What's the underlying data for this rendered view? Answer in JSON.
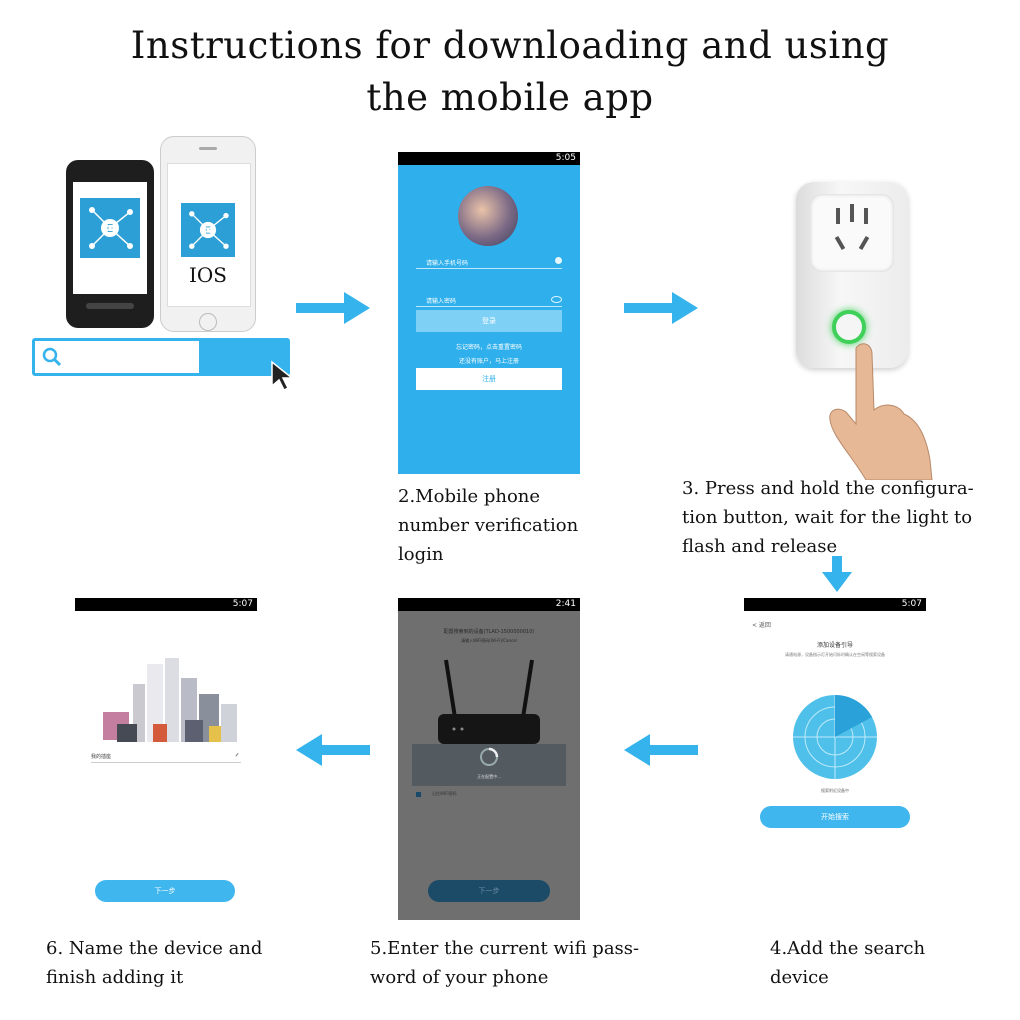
{
  "title": {
    "line1": "Instructions for downloading and using",
    "line2": "the mobile app"
  },
  "step1": {
    "ios_label": "IOS"
  },
  "step2": {
    "time": "5:05",
    "phone_placeholder": "请输入手机号码",
    "password_placeholder": "请输入密码",
    "login_button": "登录",
    "forgot_text": "忘记密码，点击重置密码",
    "new_user_text": "还没有账户，马上注册",
    "register_button": "注册",
    "caption_lines": [
      "2.Mobile phone",
      "number verification",
      "login"
    ]
  },
  "step3": {
    "caption_lines": [
      "3. Press and hold the configura-",
      "tion button, wait for the light to",
      "flash and release"
    ]
  },
  "step4": {
    "time": "5:07",
    "back_label": "< 返回",
    "header": "添加设备引导",
    "instruction": "请通电源，设备指示灯开始闪烁时确认在空闲等搜索设备",
    "searching": "搜索附近设备中",
    "start_button": "开始搜索",
    "caption_lines": [
      "4.Add the search",
      "device"
    ]
  },
  "step5": {
    "time": "2:41",
    "text_line1": "配置搜索到的设备(TLAD-1500000010)",
    "text_line2": "请输入WiFi密码(Wi-Fi)/Cancel",
    "dialog_text": "正在配置中...",
    "option_text": "记住WIFI密码",
    "next_button": "下一步",
    "caption_lines": [
      "5.Enter the current wifi pass-",
      "word of your phone"
    ]
  },
  "step6": {
    "time": "5:07",
    "name_field": "我的插座",
    "next_button": "下一步",
    "caption_lines": [
      "6. Name the device and",
      "finish adding it"
    ]
  },
  "colors": {
    "accent": "#3fb6ee",
    "app_blue": "#2fb0ec",
    "led_green": "#3fd05a"
  }
}
